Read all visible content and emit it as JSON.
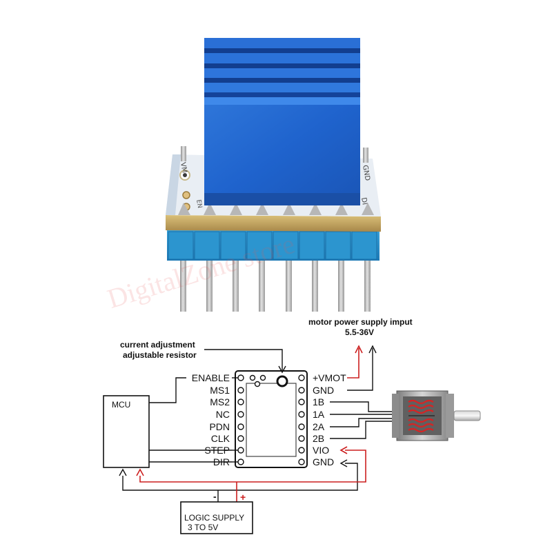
{
  "colors": {
    "heatsink": "#1e60c8",
    "pcb_blue": "#1aa0dd",
    "gold": "#c9a85a",
    "header": "#2b8fc8",
    "red_wire": "#cc1e1e",
    "wire": "#111111"
  },
  "watermark": "DigitalZone store",
  "board_silk": {
    "vmot": "VM",
    "gnd": "GND",
    "dir": "DI",
    "en": "EN"
  },
  "motor_supply": {
    "title": "motor power supply imput",
    "range": "5.5-36V"
  },
  "resistor_note": {
    "line1": "current adjustment",
    "line2": "adjustable resistor"
  },
  "mcu": {
    "label": "MCU"
  },
  "logic_supply": {
    "line1": "LOGIC SUPPLY",
    "line2": "3 TO   5V",
    "minus": "-",
    "plus": "+"
  },
  "left_pins": [
    "ENABLE",
    "MS1",
    "MS2",
    "NC",
    "PDN",
    "CLK",
    "STEP",
    "DIR"
  ],
  "right_pins": [
    "+VMOT",
    "GND",
    "1B",
    "1A",
    "2A",
    "2B",
    "VIO",
    "GND"
  ]
}
